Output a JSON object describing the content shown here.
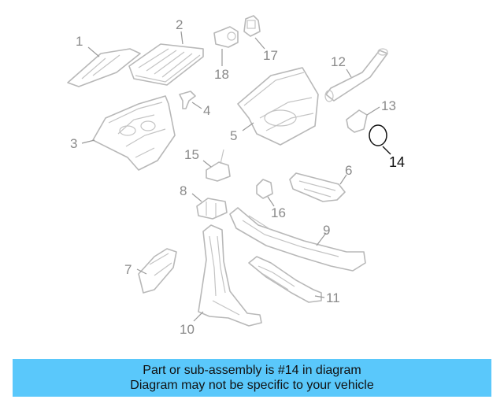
{
  "diagram": {
    "callouts": [
      "1",
      "2",
      "3",
      "4",
      "5",
      "6",
      "7",
      "8",
      "9",
      "10",
      "11",
      "12",
      "13",
      "14",
      "15",
      "16",
      "17",
      "18"
    ],
    "highlighted_part": "14"
  },
  "banner": {
    "line1": "Part or sub-assembly is #14 in diagram",
    "line2": "Diagram may not be specific to your vehicle"
  },
  "colors": {
    "banner_background": "#5ac8fb",
    "part_outline": "#b8b8b8",
    "highlight": "#111111"
  }
}
